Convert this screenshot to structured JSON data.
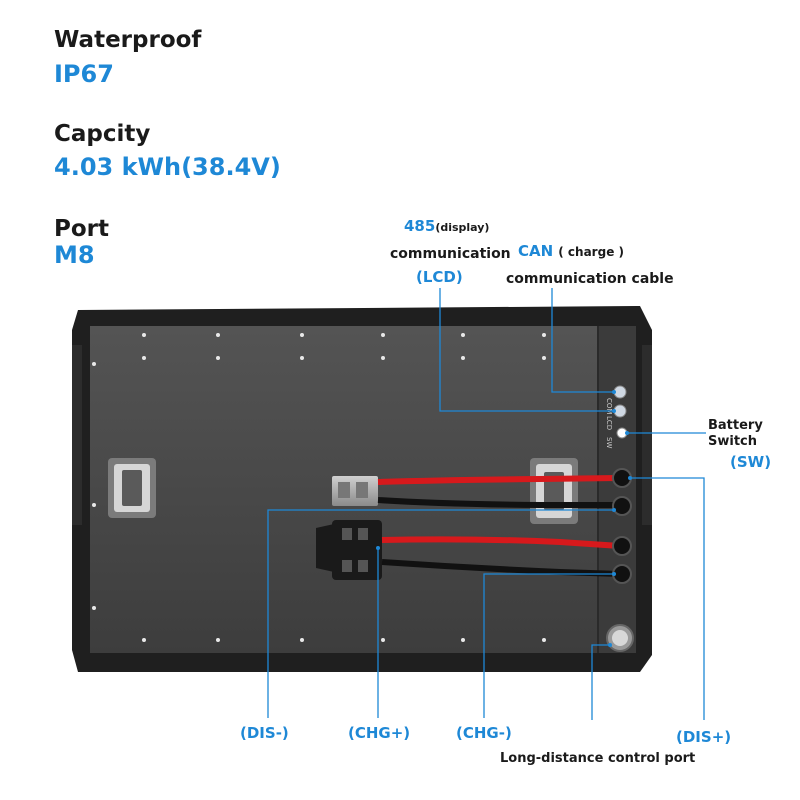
{
  "specs": {
    "waterproof": {
      "label": "Waterproof",
      "value": "IP67"
    },
    "capacity": {
      "label": "Capcity",
      "value": "4.03 kWh(38.4V)"
    },
    "port": {
      "label": "Port",
      "value": "M8"
    }
  },
  "callouts": {
    "rs485_num": "485",
    "rs485_paren": "(display)",
    "rs485_comm": "communication",
    "rs485_lcd": "(LCD)",
    "can_name": "CAN",
    "can_paren": "( charge )",
    "can_comm": "communication cable",
    "battery_switch_1": "Battery",
    "battery_switch_2": "Switch",
    "battery_switch_sw": "(SW)",
    "dis_minus": "(DIS-)",
    "chg_plus": "(CHG+)",
    "chg_minus": "(CHG-)",
    "dis_plus": "(DIS+)",
    "long_distance": "Long-distance control port"
  },
  "panel_marks": {
    "com": "COM",
    "lcd": "LCD",
    "sw": "SW"
  },
  "colors": {
    "accent": "#1e88d6",
    "cable_red": "#d7191c",
    "cable_black": "#111111",
    "panel": "#4a4a4a",
    "frame": "#1f1f1f"
  }
}
